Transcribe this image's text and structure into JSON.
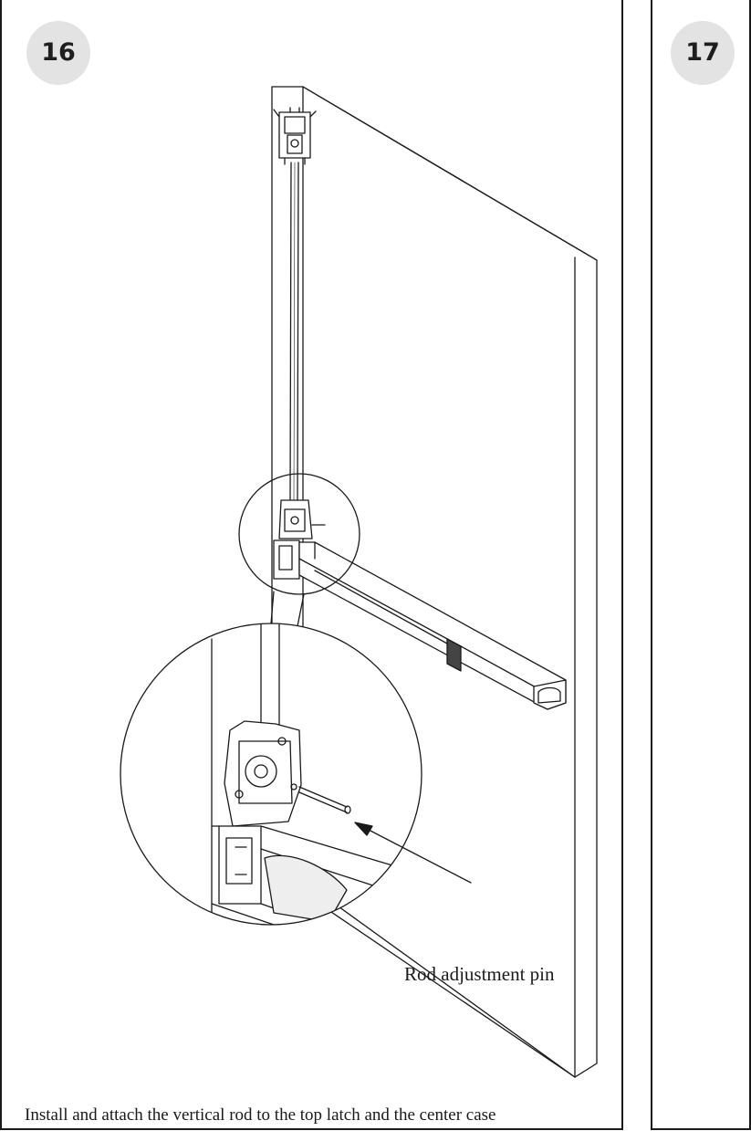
{
  "steps": [
    {
      "number": "16",
      "callout_label": "Rod adjustment pin",
      "caption": "Install and attach the vertical rod to the top latch and the center case"
    },
    {
      "number": "17"
    }
  ],
  "colors": {
    "badge_fill": "#e3e3e3",
    "line": "#1a1a1a",
    "frame": "#1a1a1a"
  }
}
